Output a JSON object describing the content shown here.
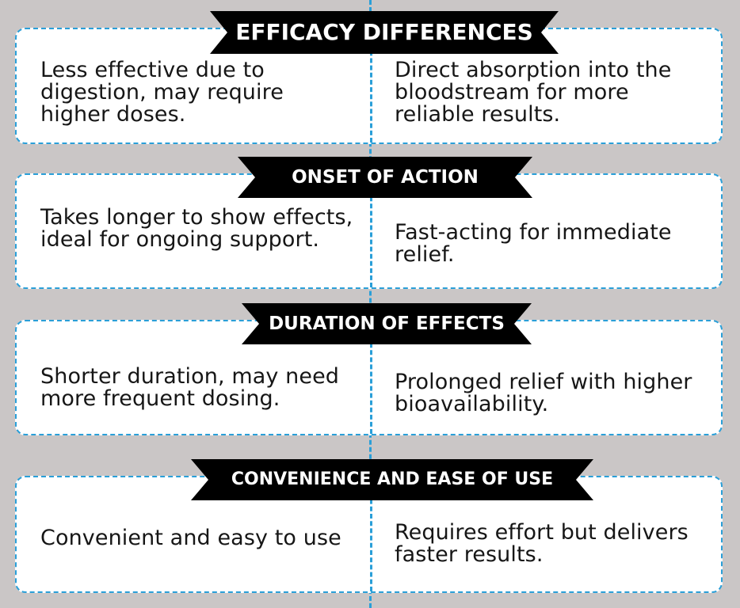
{
  "sections": [
    {
      "title": "EFFICACY DIFFERENCES",
      "left": "Less effective due to digestion, may require higher doses.",
      "right": "Direct absorption into the bloodstream for more reliable results."
    },
    {
      "title": "ONSET OF ACTION",
      "left": "Takes longer to show effects, ideal for ongoing support.",
      "right": "Fast-acting for immediate relief."
    },
    {
      "title": "DURATION OF EFFECTS",
      "left": "Shorter duration, may need more frequent dosing.",
      "right": "Prolonged relief with higher bioavailability."
    },
    {
      "title": "CONVENIENCE AND EASE OF USE",
      "left": "Convenient and easy to use",
      "right": "Requires effort but delivers faster results."
    }
  ]
}
